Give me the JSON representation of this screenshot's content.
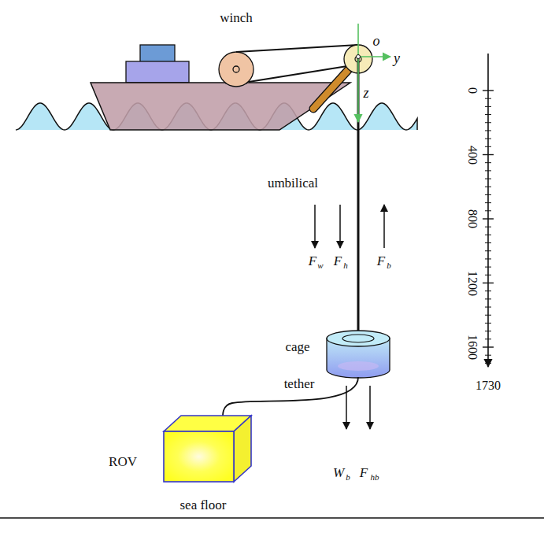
{
  "diagram": {
    "labels": [
      "winch",
      "o",
      "y",
      "z",
      "umbilical",
      "F",
      "w",
      "F",
      "h",
      "F",
      "b",
      "cage",
      "tether",
      "ROV",
      "W",
      "b",
      "F",
      "hb",
      "sea floor",
      "0",
      "400",
      "800",
      "1200",
      "1600",
      "1730"
    ]
  }
}
